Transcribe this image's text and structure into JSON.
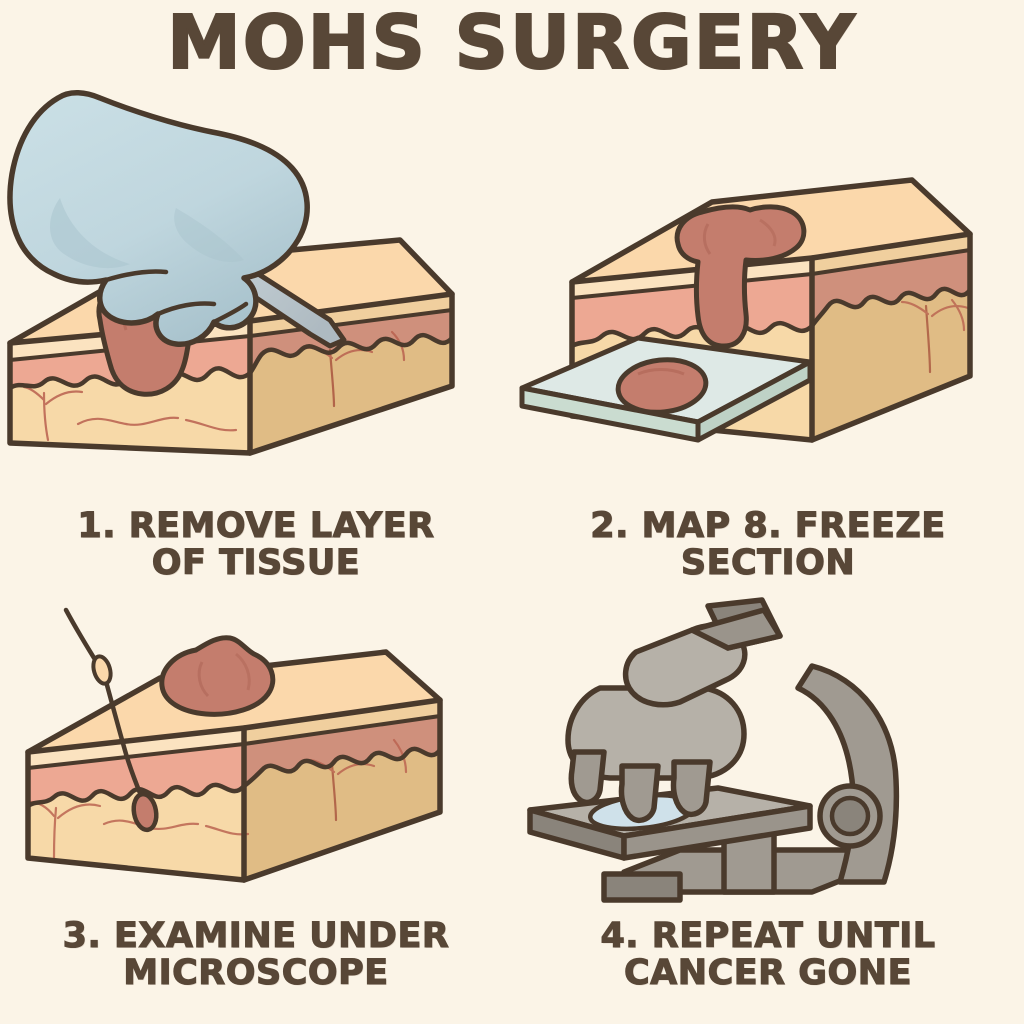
{
  "poster": {
    "title": "MOHS SURGERY",
    "background_color": "#fbf4e7",
    "ink_color": "#584737",
    "style": "hand-drawn medical infographic, 4 numbered steps in a 2x2 grid"
  },
  "palette": {
    "background": "#fbf4e7",
    "ink": "#4a3a2c",
    "text": "#584737",
    "skin_top": "#fbd8ab",
    "skin_top_shaded": "#e8c089",
    "epidermis_stripe": "#fbe3c0",
    "dermis": "#eda893",
    "dermis_shaded": "#cf907c",
    "subcutis": "#f7d9a8",
    "subcutis_shaded": "#e0bc85",
    "tumor": "#c47d6d",
    "tumor_shadow": "#b06a5c",
    "glove": "#c2d9e0",
    "glove_shadow": "#aac4cd",
    "scalpel_handle": "#9aa6ac",
    "scalpel_blade": "#c3ced4",
    "slide_glass": "#dee9e6",
    "slide_edge": "#c5d9cf",
    "microscope_light": "#b6b1a8",
    "microscope_mid": "#a09a91",
    "microscope_dark": "#8a847b",
    "vessel": "#b9614f"
  },
  "steps": [
    {
      "number": "1",
      "caption": "1. REMOVE LAYER\nOF TISSUE",
      "illustration": "gloved-hand-holding-scalpel-cutting-skin-block-with-tumor",
      "elements": [
        "gloved hand",
        "scalpel",
        "skin block",
        "tumor",
        "blood vessels"
      ]
    },
    {
      "number": "2",
      "caption": "2. MAP 8. FREEZE\nSECTION",
      "illustration": "skin-block-with-deep-tumor-and-glass-slide-with-tissue-section",
      "elements": [
        "skin block",
        "mushroom-shaped tumor",
        "glass microscope slide",
        "round tissue section"
      ]
    },
    {
      "number": "3",
      "caption": "3. EXAMINE UNDER\nMICROSCOPE",
      "illustration": "skin-block-with-hair-follicle-and-tumor-on-surface",
      "elements": [
        "skin block",
        "hair follicle",
        "tumor",
        "blood vessels"
      ]
    },
    {
      "number": "4",
      "caption": "4. REPEAT UNTIL\nCANCER GONE",
      "illustration": "light-microscope-with-slide-on-stage",
      "elements": [
        "eyepiece",
        "arm",
        "nosepiece",
        "objective lenses",
        "stage",
        "slide",
        "focus knob",
        "base"
      ]
    }
  ]
}
